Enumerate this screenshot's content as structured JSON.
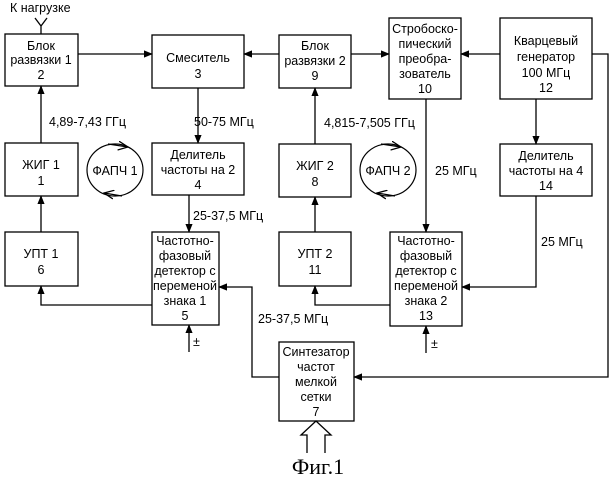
{
  "figure_caption": "Фиг.1",
  "load_label": "К нагрузке",
  "blocks": {
    "isolator1": {
      "lines": [
        "Блок",
        "развязки  1",
        "2"
      ]
    },
    "mixer": {
      "lines": [
        "Смеситель",
        "3"
      ]
    },
    "isolator2": {
      "lines": [
        "Блок",
        "развязки 2",
        "9"
      ]
    },
    "stroboscopic": {
      "lines": [
        "Стробоско-",
        "пический",
        "преобра-",
        "зователь",
        "10"
      ]
    },
    "quartz": {
      "lines": [
        "Кварцевый",
        "генератор",
        "100 МГц",
        "12"
      ]
    },
    "yig1": {
      "lines": [
        "ЖИГ 1",
        "1"
      ]
    },
    "divider2": {
      "lines": [
        "Делитель",
        "частоты на 2",
        "4"
      ]
    },
    "yig2": {
      "lines": [
        "ЖИГ 2",
        "8"
      ]
    },
    "divider4": {
      "lines": [
        "Делитель",
        "частоты на 4",
        "14"
      ]
    },
    "dca1": {
      "lines": [
        "УПТ 1",
        "6"
      ]
    },
    "pfd1": {
      "lines": [
        "Частотно-",
        "фазовый",
        "детектор с",
        "переменой",
        "знака 1",
        "5"
      ]
    },
    "dca2": {
      "lines": [
        "УПТ 2",
        "11"
      ]
    },
    "pfd2": {
      "lines": [
        "Частотно-",
        "фазовый",
        "детектор с",
        "переменой",
        "знака 2",
        "13"
      ]
    },
    "synth": {
      "lines": [
        "Синтезатор",
        "частот",
        "мелкой",
        "сетки",
        "7"
      ]
    }
  },
  "loops": {
    "pll1": "ФАПЧ 1",
    "pll2": "ФАПЧ 2"
  },
  "signal_labels": {
    "yig1_freq": "4,89-7,43 ГГц",
    "mixer_out": "50-75 МГц",
    "divider2_out": "25-37,5 МГц",
    "yig2_freq": "4,815-7,505 ГГц",
    "strobe_out": "25 МГц",
    "divider4_out": "25 МГц",
    "synth_out": "25-37,5 МГц",
    "sign_control_1": "±",
    "sign_control_2": "±"
  }
}
